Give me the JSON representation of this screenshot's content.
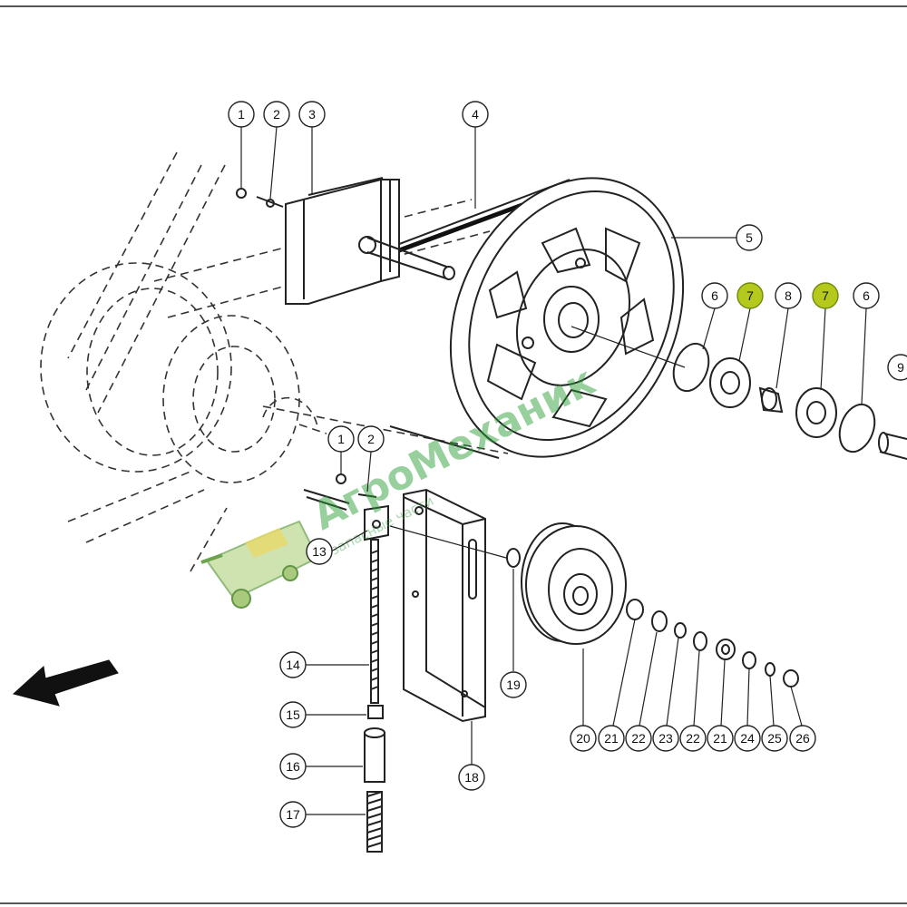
{
  "diagram": {
    "highlight_color": "#b5c91d",
    "callouts": [
      {
        "id": "c1a",
        "label": "1"
      },
      {
        "id": "c2a",
        "label": "2"
      },
      {
        "id": "c3",
        "label": "3"
      },
      {
        "id": "c4",
        "label": "4"
      },
      {
        "id": "c5",
        "label": "5"
      },
      {
        "id": "c6a",
        "label": "6"
      },
      {
        "id": "c7a",
        "label": "7",
        "highlighted": true
      },
      {
        "id": "c8",
        "label": "8"
      },
      {
        "id": "c7b",
        "label": "7",
        "highlighted": true
      },
      {
        "id": "c6b",
        "label": "6"
      },
      {
        "id": "c9",
        "label": "9"
      },
      {
        "id": "c1b",
        "label": "1"
      },
      {
        "id": "c2b",
        "label": "2"
      },
      {
        "id": "c13",
        "label": "13"
      },
      {
        "id": "c14",
        "label": "14"
      },
      {
        "id": "c15",
        "label": "15"
      },
      {
        "id": "c16",
        "label": "16"
      },
      {
        "id": "c17",
        "label": "17"
      },
      {
        "id": "c18",
        "label": "18"
      },
      {
        "id": "c19",
        "label": "19"
      },
      {
        "id": "c20",
        "label": "20"
      },
      {
        "id": "c21a",
        "label": "21"
      },
      {
        "id": "c22a",
        "label": "22"
      },
      {
        "id": "c23",
        "label": "23"
      },
      {
        "id": "c22b",
        "label": "22"
      },
      {
        "id": "c21b",
        "label": "21"
      },
      {
        "id": "c24",
        "label": "24"
      },
      {
        "id": "c25",
        "label": "25"
      },
      {
        "id": "c26",
        "label": "26"
      }
    ]
  },
  "watermark": {
    "brand": "АгроМеханик",
    "tagline": "запасные части"
  }
}
